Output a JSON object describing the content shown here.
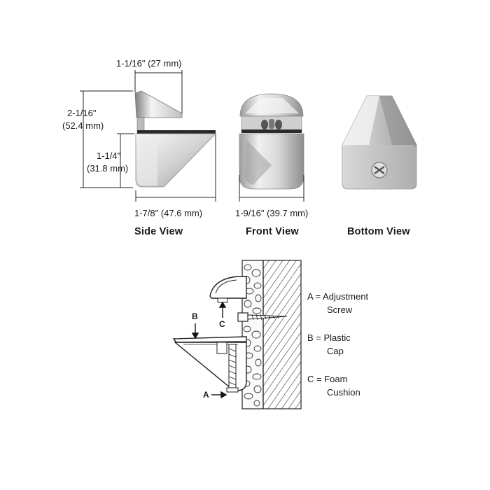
{
  "dimensions": {
    "top_width": "1-1/16\" (27 mm)",
    "total_height_in": "2-1/16\"",
    "total_height_mm": "(52.4 mm)",
    "lower_height_in": "1-1/4\"",
    "lower_height_mm": "(31.8 mm)",
    "depth": "1-7/8\" (47.6 mm)",
    "front_width": "1-9/16\" (39.7 mm)"
  },
  "captions": {
    "side": "Side View",
    "front": "Front View",
    "bottom": "Bottom View"
  },
  "callouts": {
    "a": "A",
    "b": "B",
    "c": "C"
  },
  "legend": [
    {
      "line1": "A = Adjustment",
      "line2": "Screw"
    },
    {
      "line1": "B = Plastic",
      "line2": "Cap"
    },
    {
      "line1": "C = Foam",
      "line2": "Cushion"
    }
  ],
  "colors": {
    "metal_light": "#f2f2f2",
    "metal_mid": "#c9c9c9",
    "metal_dark": "#8a8a8a",
    "line": "#222222"
  }
}
